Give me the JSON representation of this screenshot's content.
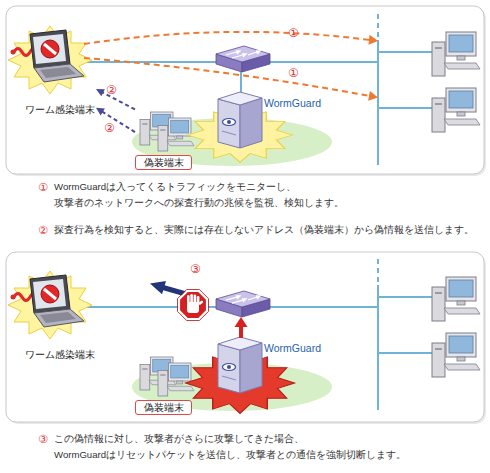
{
  "diagram": {
    "nodes": [
      {
        "text": [
          "ワーム感染端末"
        ]
      },
      {
        "text": [
          "WormGuard"
        ]
      },
      {
        "text": [
          "偽装端末"
        ]
      },
      {
        "text": [
          "ワーム感染端末"
        ]
      },
      {
        "text": [
          "WormGuard"
        ]
      },
      {
        "text": [
          "偽装端末"
        ]
      }
    ],
    "edges": [
      {
        "from": 2,
        "to": 0,
        "arrow": "to",
        "label": "②"
      },
      {
        "from": 2,
        "to": 0,
        "arrow": "to",
        "label": "②"
      }
    ],
    "labels": [
      "①",
      "①",
      "①",
      "WormGuardは入ってくるトラフィックをモニターし、 攻撃者のネットワークへの探査行動の兆候を監視、検知します。",
      "②",
      "探査行為を検知すると、実際には存在しないアドレス（偽装端末）から偽情報を送信します。",
      "③",
      "③",
      "この偽情報に対し、攻撃者がさらに攻撃してきた場合、 WormGuardはリセットパケットを送信し、攻撃者との通信を強制切断します。"
    ]
  }
}
